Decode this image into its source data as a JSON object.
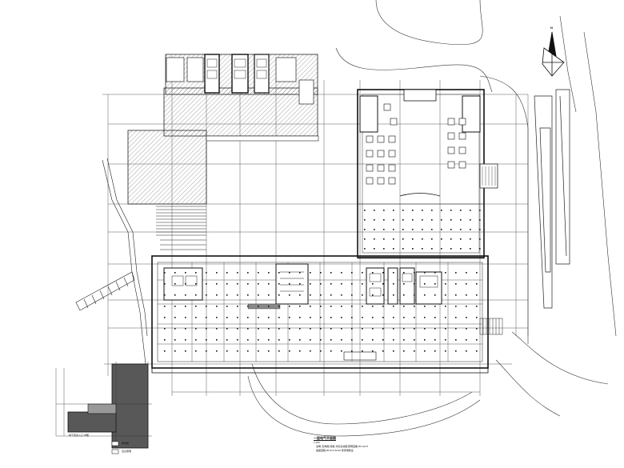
{
  "drawing": {
    "title": "一层电气平面图",
    "scale_note": "1:100",
    "notes_line_1": "说明: 配电箱 规格 详见系统图 照明回路 BV-3x2.5",
    "notes_line_2": "插座回路 BV-3x4 SC20 穿管暗敷设",
    "inset_legend": "地下室出入口 详图",
    "legend_items": [
      "配电箱",
      "应急照明"
    ],
    "north_label": "N"
  },
  "colors": {
    "line": "#1a1a1a",
    "hatch": "#555555",
    "dark_fill": "#3a3a3a",
    "paper": "#ffffff"
  }
}
